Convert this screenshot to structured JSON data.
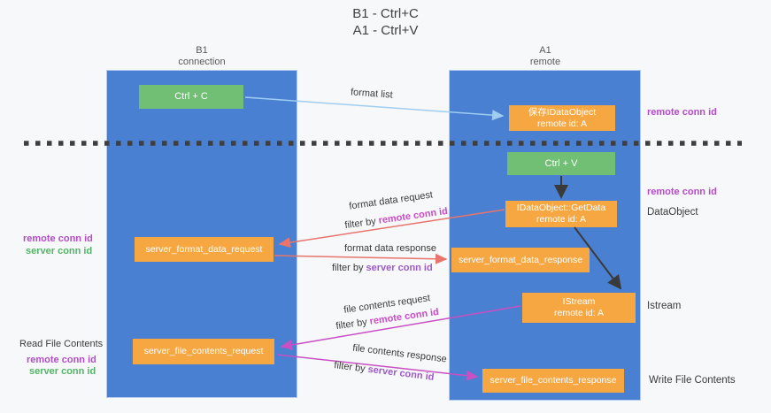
{
  "title": {
    "line1": "B1 - Ctrl+C",
    "line2": "A1 - Ctrl+V"
  },
  "columns": {
    "left": {
      "name": "B1",
      "subtitle": "connection"
    },
    "right": {
      "name": "A1",
      "subtitle": "remote"
    }
  },
  "nodes": {
    "ctrl_c": "Ctrl + C",
    "ctrl_v": "Ctrl + V",
    "save_idataobject": {
      "line1": "保存IDataObject",
      "line2": "remote id: A"
    },
    "getdata": {
      "line1": "IDataObject::GetData",
      "line2": "remote id: A"
    },
    "istream": {
      "line1": "IStream",
      "line2": "remote id: A"
    },
    "server_format_data_request": "server_format_data_request",
    "server_format_data_response": "server_format_data_response",
    "server_file_contents_request": "server_file_contents_request",
    "server_file_contents_response": "server_file_contents_response"
  },
  "arrow_labels": {
    "format_list": "format list",
    "format_data_request": "format data request",
    "format_data_response": "format data response",
    "file_contents_request": "file contents request",
    "file_contents_response": "file contents response",
    "filter_by": "filter by ",
    "remote_conn_id": "remote conn id",
    "server_conn_id": "server conn id"
  },
  "side_labels": {
    "remote_conn_id": "remote conn id",
    "server_conn_id": "server conn id",
    "dataobject": "DataObject",
    "istream": "Istream",
    "read_file_contents": "Read File Contents",
    "write_file_contents": "Write File Contents"
  },
  "colors": {
    "column_blue": "#4a80d2",
    "box_green": "#70bf74",
    "box_orange": "#f6a742",
    "arrow_blue": "#9fcdf2",
    "arrow_red": "#e8746c",
    "arrow_magenta": "#c94fc4",
    "arrow_black": "#3a3a3a",
    "dashed_line": "#3f3f3f",
    "label_purple": "#b44bc8",
    "label_green": "#54b368",
    "filter_remote": "#cb4bc8",
    "filter_server": "#9d5ac8"
  }
}
